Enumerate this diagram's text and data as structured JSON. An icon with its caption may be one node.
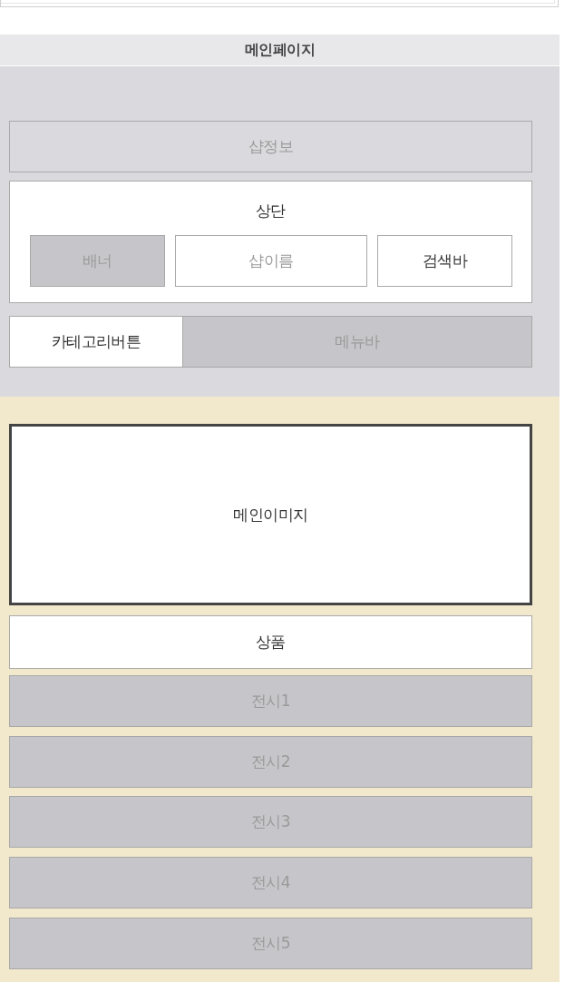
{
  "diagram": {
    "nodes": [
      {
        "text": [],
        "shape": "box"
      },
      {
        "text": [
          "메인페이지"
        ]
      },
      {
        "text": [],
        "shape": "box"
      },
      {
        "text": [
          "샵정보"
        ],
        "in": 2
      },
      {
        "text": [
          "상단"
        ],
        "in": 2
      },
      {
        "text": [
          "배너"
        ],
        "in": 4
      },
      {
        "text": [
          "샵이름"
        ],
        "in": 4
      },
      {
        "text": [
          "검색바"
        ],
        "in": 4
      },
      {
        "text": [
          "카테고리버튼"
        ],
        "in": 2
      },
      {
        "text": [
          "메뉴바"
        ],
        "in": 2
      },
      {
        "text": [],
        "shape": "box"
      },
      {
        "text": [
          "메인이미지"
        ],
        "in": 10
      },
      {
        "text": [
          "상품"
        ],
        "in": 10
      },
      {
        "text": [
          "전시1"
        ],
        "in": 10
      },
      {
        "text": [
          "전시2"
        ],
        "in": 10
      },
      {
        "text": [
          "전시3"
        ],
        "in": 10
      },
      {
        "text": [
          "전시4"
        ],
        "in": 10
      },
      {
        "text": [
          "전시5"
        ],
        "in": 10
      }
    ]
  }
}
